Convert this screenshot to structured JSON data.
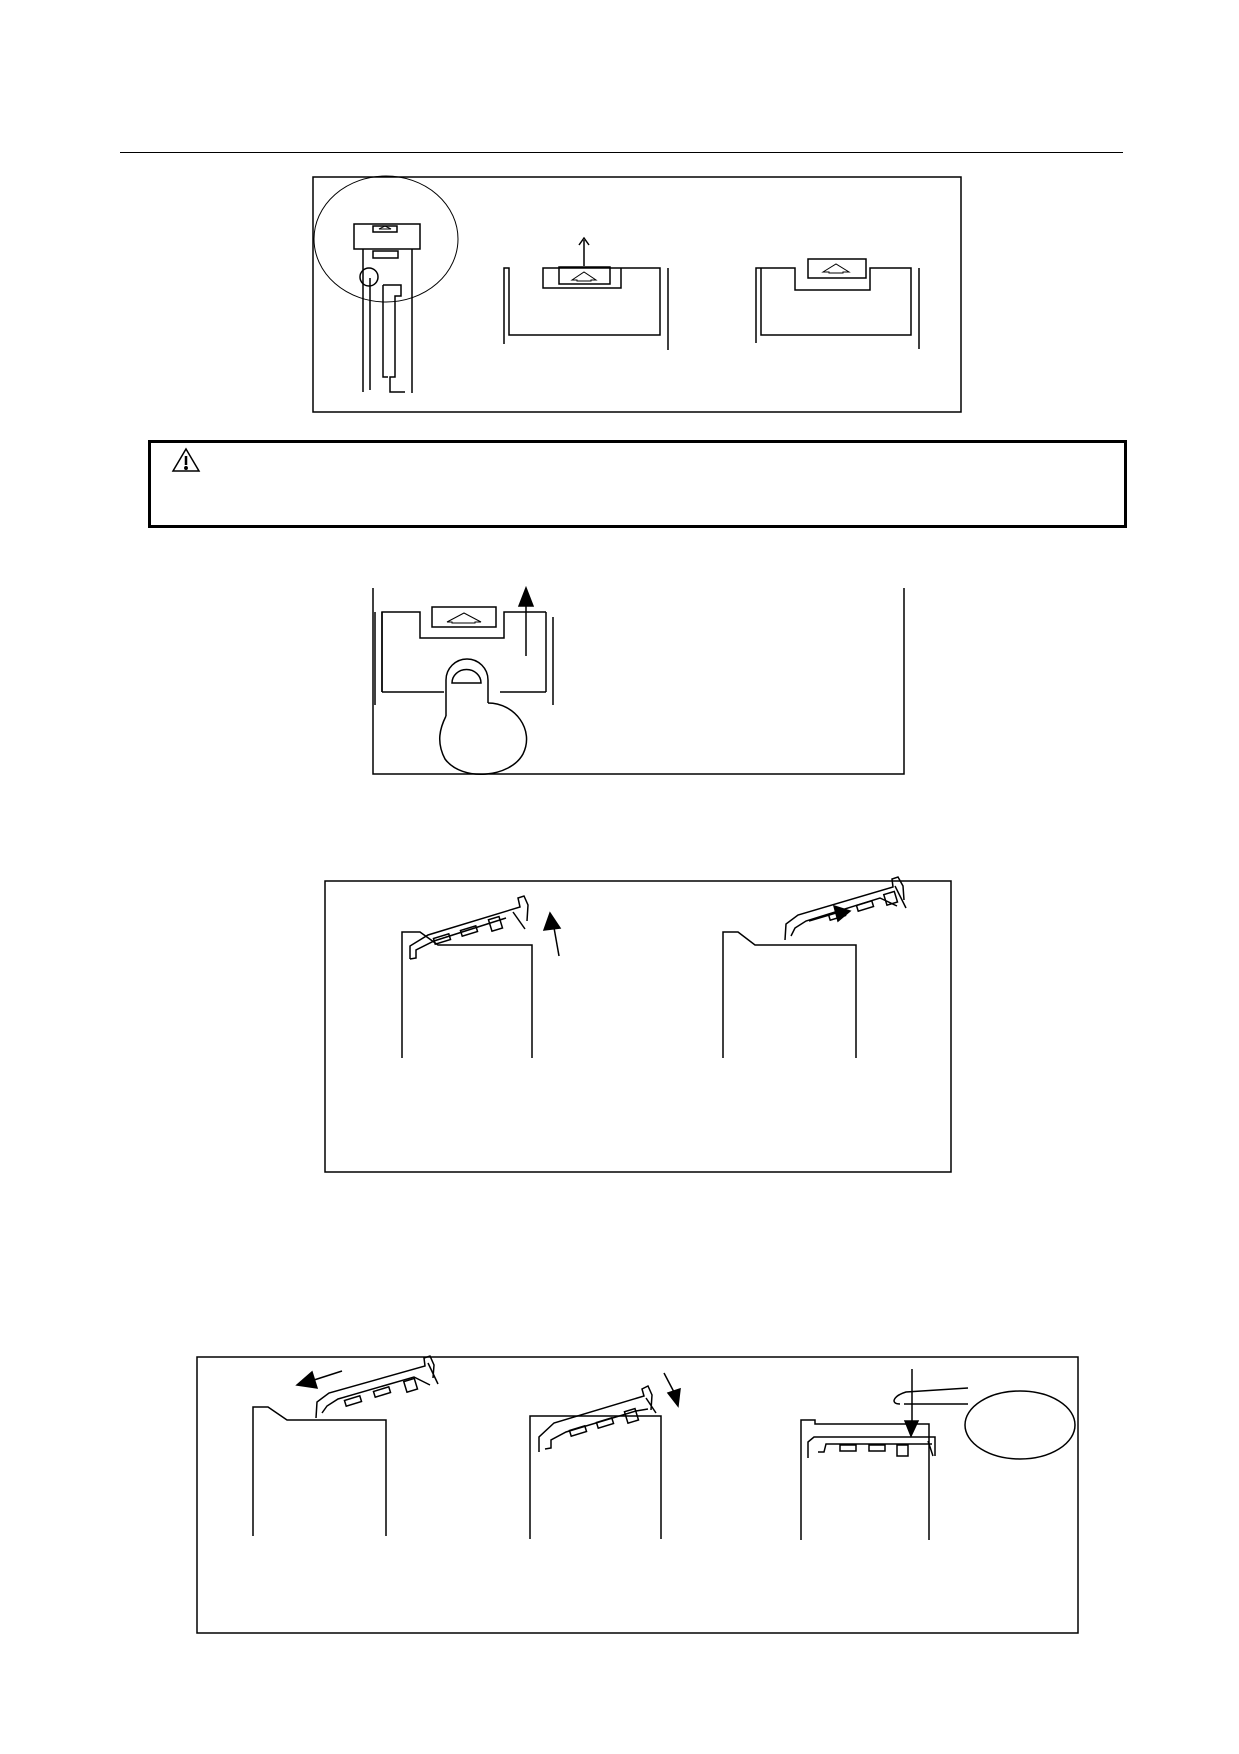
{
  "document": {
    "warning": {
      "icon": "warning-triangle-icon"
    },
    "figures": [
      {
        "name": "cover-release-steps-figure"
      },
      {
        "name": "finger-lift-cover-figure"
      },
      {
        "name": "cover-tilt-removal-figure"
      },
      {
        "name": "cover-reinstall-figure"
      }
    ]
  }
}
